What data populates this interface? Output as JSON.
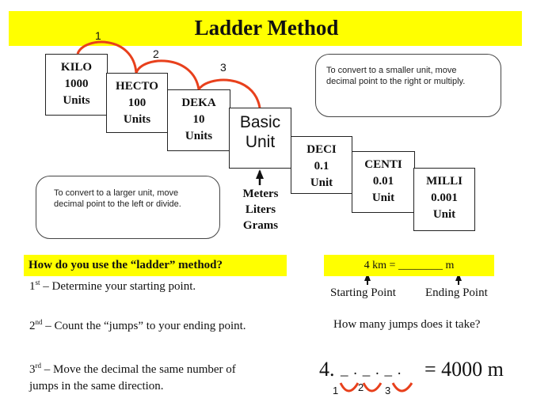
{
  "title": "Ladder Method",
  "jump_labels": [
    "1",
    "2",
    "3"
  ],
  "units": {
    "kilo": {
      "name": "KILO",
      "value": "1000",
      "unit": "Units"
    },
    "hecto": {
      "name": "HECTO",
      "value": "100",
      "unit": "Units"
    },
    "deka": {
      "name": "DEKA",
      "value": "10",
      "unit": "Units"
    },
    "basic": {
      "line1": "Basic",
      "line2": "Unit"
    },
    "deci": {
      "name": "DECI",
      "value": "0.1",
      "unit": "Unit"
    },
    "centi": {
      "name": "CENTI",
      "value": "0.01",
      "unit": "Unit"
    },
    "milli": {
      "name": "MILLI",
      "value": "0.001",
      "unit": "Unit"
    }
  },
  "basic_examples": [
    "Meters",
    "Liters",
    "Grams"
  ],
  "notes": {
    "smaller": {
      "line1": "To convert to a smaller unit, move",
      "line2": "decimal  point to the right or multiply."
    },
    "larger": {
      "line1": "To convert to a larger unit, move",
      "line2": "decimal  point to the left or divide."
    }
  },
  "how": {
    "heading": "How do you use the “ladder” method?",
    "step1": {
      "num": "1",
      "sup": "st",
      "text": " – Determine your starting point."
    },
    "step2": {
      "num": "2",
      "sup": "nd",
      "text": " – Count the “jumps” to your ending point."
    },
    "step3": {
      "num": "3",
      "sup": "rd",
      "text_line1": " – Move the decimal the same number of",
      "text_line2": "jumps in the same direction."
    }
  },
  "example": {
    "equation": "4 km = ________ m",
    "starting": "Starting Point",
    "ending": "Ending Point",
    "question": "How many jumps does it take?",
    "lhs": "4.",
    "blanks": "_ . _ . _ .",
    "rhs": "= 4000 m",
    "jump_numbers": [
      "1",
      "2",
      "3"
    ]
  },
  "colors": {
    "highlight": "#ffff00",
    "jump_arc": "#e8401c"
  }
}
